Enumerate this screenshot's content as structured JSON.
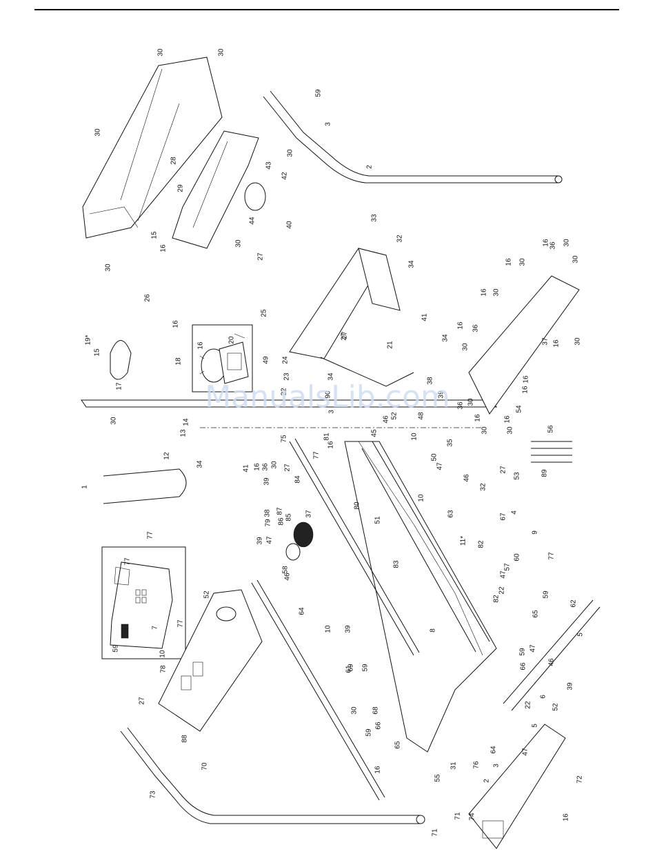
{
  "watermark": "ManualsLib.com",
  "insets": [
    {
      "id": "11",
      "label": "11*"
    },
    {
      "id": "19",
      "label": "19*"
    }
  ],
  "parts": [
    {
      "label": "30",
      "r": -90
    },
    {
      "label": "30",
      "r": -90
    },
    {
      "label": "59",
      "r": -90
    },
    {
      "label": "3",
      "r": -90
    },
    {
      "label": "30",
      "r": -90
    },
    {
      "label": "28",
      "r": -90
    },
    {
      "label": "30",
      "r": -90
    },
    {
      "label": "42",
      "r": -90
    },
    {
      "label": "43",
      "r": -90
    },
    {
      "label": "2",
      "r": -90
    },
    {
      "label": "29",
      "r": -90
    },
    {
      "label": "44",
      "r": -90
    },
    {
      "label": "30",
      "r": -90
    },
    {
      "label": "15",
      "r": -90
    },
    {
      "label": "16",
      "r": -90
    },
    {
      "label": "30",
      "r": -90
    },
    {
      "label": "33",
      "r": -90
    },
    {
      "label": "32",
      "r": -90
    },
    {
      "label": "40",
      "r": -90
    },
    {
      "label": "27",
      "r": -90
    },
    {
      "label": "34",
      "r": -90
    },
    {
      "label": "16",
      "r": -90
    },
    {
      "label": "36",
      "r": -90
    },
    {
      "label": "30",
      "r": -90
    },
    {
      "label": "16",
      "r": -90
    },
    {
      "label": "30",
      "r": -90
    },
    {
      "label": "30",
      "r": -90
    },
    {
      "label": "26",
      "r": -90
    },
    {
      "label": "25",
      "r": -90
    },
    {
      "label": "27",
      "r": -90
    },
    {
      "label": "41",
      "r": -90
    },
    {
      "label": "16",
      "r": -90
    },
    {
      "label": "30",
      "r": -90
    },
    {
      "label": "16",
      "r": -90
    },
    {
      "label": "19*",
      "r": -90
    },
    {
      "label": "15",
      "r": -90
    },
    {
      "label": "16",
      "r": -90
    },
    {
      "label": "20",
      "r": -90
    },
    {
      "label": "21",
      "r": -90
    },
    {
      "label": "34",
      "r": -90
    },
    {
      "label": "16",
      "r": -90
    },
    {
      "label": "36",
      "r": -90
    },
    {
      "label": "30",
      "r": -90
    },
    {
      "label": "37",
      "r": -90
    },
    {
      "label": "16",
      "r": -90
    },
    {
      "label": "30",
      "r": -90
    },
    {
      "label": "17",
      "r": -90
    },
    {
      "label": "18",
      "r": -90
    },
    {
      "label": "49",
      "r": -90
    },
    {
      "label": "24",
      "r": -90
    },
    {
      "label": "23",
      "r": -90
    },
    {
      "label": "22",
      "r": -90
    },
    {
      "label": "34",
      "r": -90
    },
    {
      "label": "90",
      "r": -90
    },
    {
      "label": "27",
      "r": -90
    },
    {
      "label": "38",
      "r": -90
    },
    {
      "label": "39",
      "r": -90
    },
    {
      "label": "16",
      "r": -90
    },
    {
      "label": "54",
      "r": -90
    },
    {
      "label": "16",
      "r": -90
    },
    {
      "label": "30",
      "r": -90
    },
    {
      "label": "14",
      "r": -90
    },
    {
      "label": "13",
      "r": -90
    },
    {
      "label": "3",
      "r": -90
    },
    {
      "label": "46",
      "r": -90
    },
    {
      "label": "45",
      "r": -90
    },
    {
      "label": "52",
      "r": -90
    },
    {
      "label": "48",
      "r": -90
    },
    {
      "label": "36",
      "r": -90
    },
    {
      "label": "30",
      "r": -90
    },
    {
      "label": "16",
      "r": -90
    },
    {
      "label": "30",
      "r": -90
    },
    {
      "label": "16",
      "r": -90
    },
    {
      "label": "30",
      "r": -90
    },
    {
      "label": "12",
      "r": -90
    },
    {
      "label": "81",
      "r": -90
    },
    {
      "label": "16",
      "r": -90
    },
    {
      "label": "10",
      "r": -90
    },
    {
      "label": "35",
      "r": -90
    },
    {
      "label": "50",
      "r": -90
    },
    {
      "label": "56",
      "r": -90
    },
    {
      "label": "34",
      "r": -90
    },
    {
      "label": "75",
      "r": -90
    },
    {
      "label": "77",
      "r": -90
    },
    {
      "label": "27",
      "r": -90
    },
    {
      "label": "53",
      "r": -90
    },
    {
      "label": "89",
      "r": -90
    },
    {
      "label": "1",
      "r": -90
    },
    {
      "label": "41",
      "r": -90
    },
    {
      "label": "16",
      "r": -90
    },
    {
      "label": "36",
      "r": -90
    },
    {
      "label": "30",
      "r": -90
    },
    {
      "label": "27",
      "r": -90
    },
    {
      "label": "84",
      "r": -90
    },
    {
      "label": "47",
      "r": -90
    },
    {
      "label": "39",
      "r": -90
    },
    {
      "label": "80",
      "r": -90
    },
    {
      "label": "46",
      "r": -90
    },
    {
      "label": "32",
      "r": -90
    },
    {
      "label": "38",
      "r": -90
    },
    {
      "label": "87",
      "r": -90
    },
    {
      "label": "86",
      "r": -90
    },
    {
      "label": "85",
      "r": -90
    },
    {
      "label": "37",
      "r": -90
    },
    {
      "label": "39",
      "r": -90
    },
    {
      "label": "79",
      "r": -90
    },
    {
      "label": "51",
      "r": -90
    },
    {
      "label": "10",
      "r": -90
    },
    {
      "label": "63",
      "r": -90
    },
    {
      "label": "67",
      "r": -90
    },
    {
      "label": "4",
      "r": -90
    },
    {
      "label": "47",
      "r": -90
    },
    {
      "label": "11*",
      "r": -90
    },
    {
      "label": "77",
      "r": -90
    },
    {
      "label": "83",
      "r": -90
    },
    {
      "label": "82",
      "r": -90
    },
    {
      "label": "9",
      "r": -90
    },
    {
      "label": "77",
      "r": -90
    },
    {
      "label": "58",
      "r": -90
    },
    {
      "label": "57",
      "r": -90
    },
    {
      "label": "60",
      "r": -90
    },
    {
      "label": "47",
      "r": -90
    },
    {
      "label": "22",
      "r": -90
    },
    {
      "label": "77",
      "r": -90
    },
    {
      "label": "46",
      "r": -90
    },
    {
      "label": "10",
      "r": -90
    },
    {
      "label": "61",
      "r": -90
    },
    {
      "label": "82",
      "r": -90
    },
    {
      "label": "59",
      "r": -90
    },
    {
      "label": "52",
      "r": -90
    },
    {
      "label": "64",
      "r": -90
    },
    {
      "label": "62",
      "r": -90
    },
    {
      "label": "65",
      "r": -90
    },
    {
      "label": "5",
      "r": -90
    },
    {
      "label": "8",
      "r": -90
    },
    {
      "label": "7",
      "r": -90
    },
    {
      "label": "59",
      "r": -90
    },
    {
      "label": "77",
      "r": -90
    },
    {
      "label": "39",
      "r": -90
    },
    {
      "label": "47",
      "r": -90
    },
    {
      "label": "66",
      "r": -90
    },
    {
      "label": "59",
      "r": -90
    },
    {
      "label": "46",
      "r": -90
    },
    {
      "label": "10",
      "r": -90
    },
    {
      "label": "69",
      "r": -90
    },
    {
      "label": "59",
      "r": -90
    },
    {
      "label": "6",
      "r": -90
    },
    {
      "label": "78",
      "r": -90
    },
    {
      "label": "27",
      "r": -90
    },
    {
      "label": "68",
      "r": -90
    },
    {
      "label": "52",
      "r": -90
    },
    {
      "label": "39",
      "r": -90
    },
    {
      "label": "30",
      "r": -90
    },
    {
      "label": "22",
      "r": -90
    },
    {
      "label": "66",
      "r": -90
    },
    {
      "label": "59",
      "r": -90
    },
    {
      "label": "5",
      "r": -90
    },
    {
      "label": "88",
      "r": -90
    },
    {
      "label": "65",
      "r": -90
    },
    {
      "label": "64",
      "r": -90
    },
    {
      "label": "47",
      "r": -90
    },
    {
      "label": "3",
      "r": -90
    },
    {
      "label": "76",
      "r": -90
    },
    {
      "label": "70",
      "r": -90
    },
    {
      "label": "31",
      "r": -90
    },
    {
      "label": "55",
      "r": -90
    },
    {
      "label": "2",
      "r": -90
    },
    {
      "label": "16",
      "r": -90
    },
    {
      "label": "73",
      "r": -90
    },
    {
      "label": "72",
      "r": -90
    },
    {
      "label": "71",
      "r": -90
    },
    {
      "label": "74",
      "r": -90
    },
    {
      "label": "16",
      "r": -90
    },
    {
      "label": "71",
      "r": -90
    }
  ]
}
